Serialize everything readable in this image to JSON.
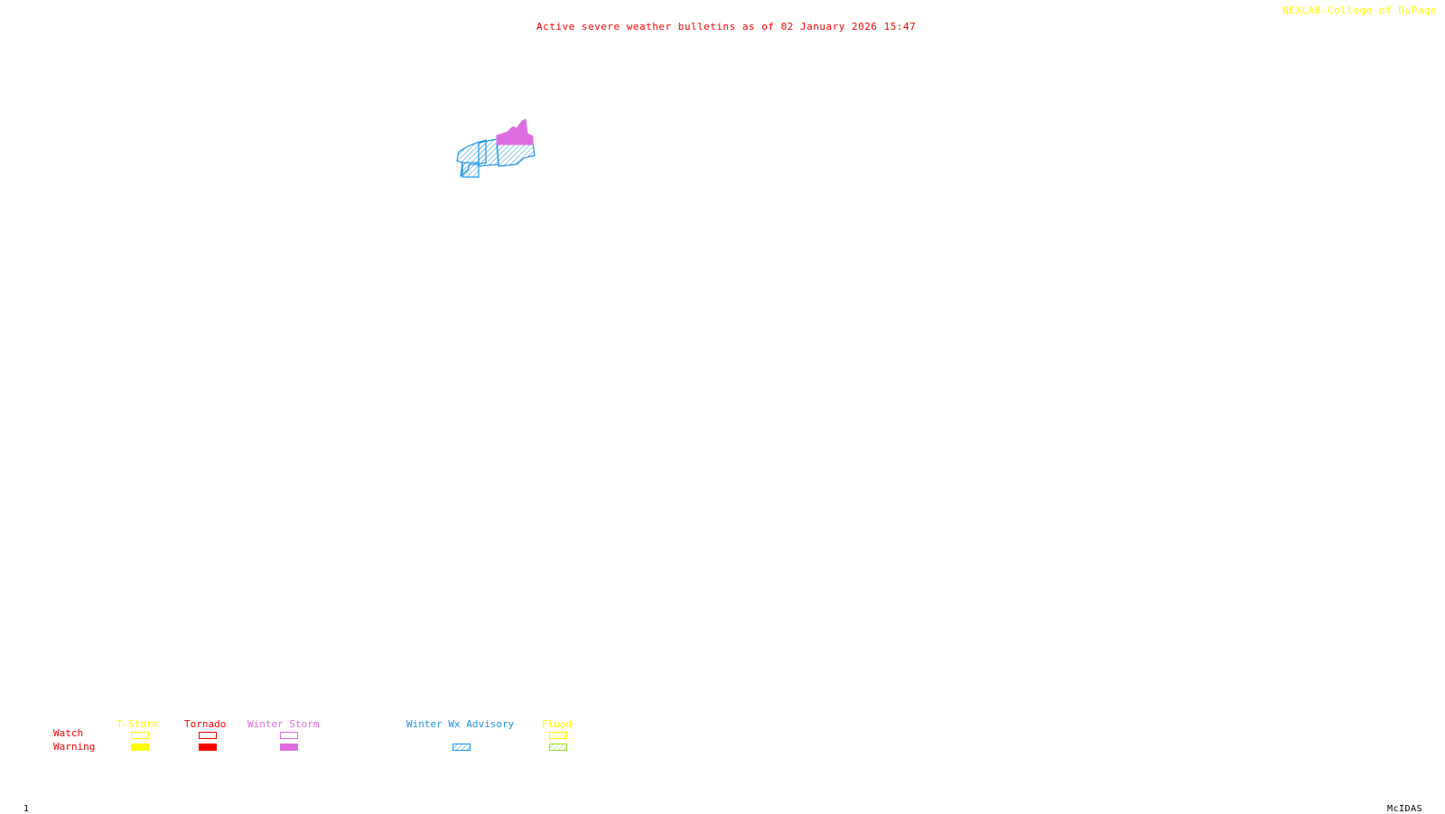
{
  "header": {
    "title": "Active severe weather bulletins as of 02 January 2026 15:47",
    "title_color": "#ff0000",
    "credit": "NEXLAB-College of DuPage",
    "credit_color": "#ffff00"
  },
  "map": {
    "regions": [
      {
        "name": "winter-wx-advisory-area",
        "category": "Winter Wx Advisory",
        "type": "Warning",
        "color": "#1e96e6"
      },
      {
        "name": "winter-storm-warning-area",
        "category": "Winter Storm",
        "type": "Warning",
        "color": "#dc6ee1"
      }
    ]
  },
  "legend": {
    "row_labels": {
      "watch": "Watch",
      "warning": "Warning"
    },
    "row_label_color": "#ff0000",
    "categories": [
      {
        "label": "T-Storm",
        "color": "#ffff00",
        "watch_style": "outline",
        "warning_style": "solid",
        "warning_color": "#ffff00"
      },
      {
        "label": "Tornado",
        "color": "#ff0000",
        "watch_style": "outline",
        "warning_style": "solid",
        "warning_color": "#ff0000"
      },
      {
        "label": "Winter Storm",
        "color": "#dc6ee1",
        "watch_style": "outline",
        "warning_style": "solid",
        "warning_color": "#dc6ee1"
      },
      {
        "label": "Winter Wx Advisory",
        "color": "#1e96e6",
        "watch_style": "none",
        "warning_style": "hatched",
        "warning_color": "#1e96e6"
      },
      {
        "label": "Flood",
        "color": "#ffff00",
        "watch_style": "hatched",
        "warning_style": "hatched",
        "warning_color": "#96dc32"
      }
    ]
  },
  "footer": {
    "frame_number": "1",
    "software": "McIDAS"
  }
}
